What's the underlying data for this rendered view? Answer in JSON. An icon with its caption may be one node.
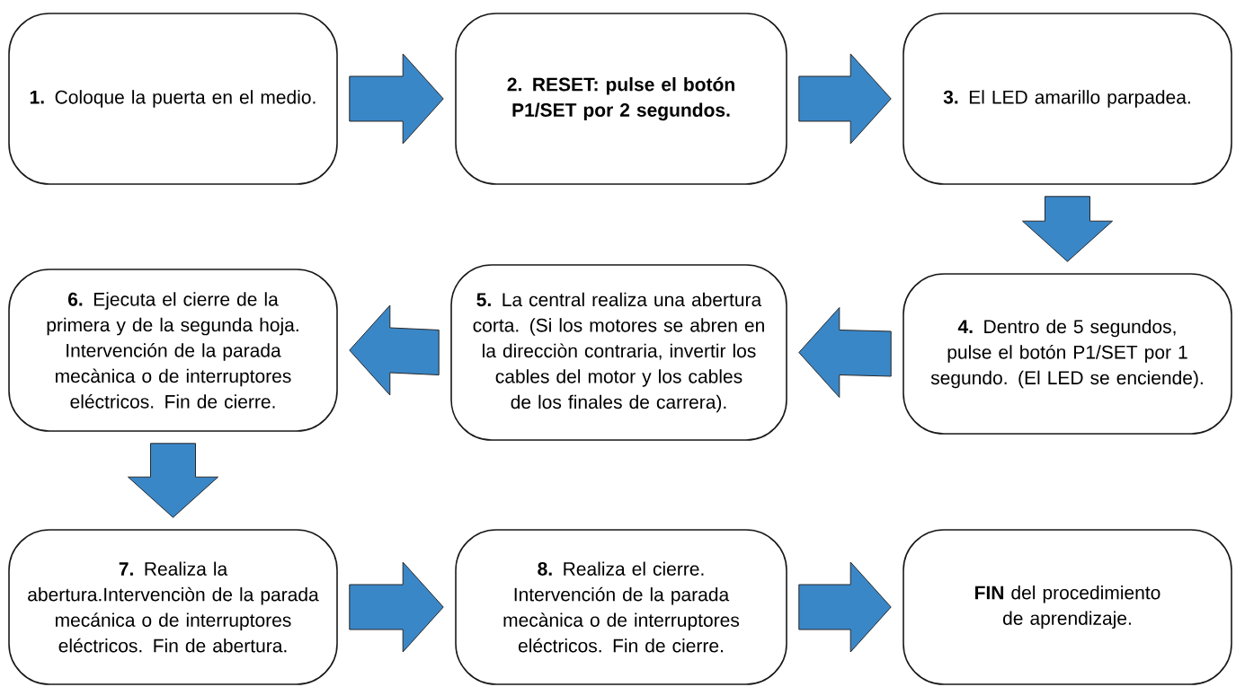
{
  "diagram": {
    "nodes": [
      {
        "text": [
          "**1.** Coloque la puerta en el medio."
        ]
      },
      {
        "text": [
          "**2. RESET: pulse el botón P1/SET por 2 segundos.**"
        ]
      },
      {
        "text": [
          "**3.** El LED amarillo parpadea."
        ]
      },
      {
        "text": [
          "**4.** Dentro de 5 segundos, pulse el botón P1/SET por 1 segundo. (El LED se enciende)."
        ]
      },
      {
        "text": [
          "**5.** La central realiza una abertura corta. (Si los motores se abren en la direcciòn contraria, invertir los cables del motor y los cables de los finales de carrera)."
        ]
      },
      {
        "text": [
          "**6.** Ejecuta el cierre de la primera y de la segunda hoja. Intervención de la parada mecànica o de interruptores eléctricos. Fin de cierre."
        ]
      },
      {
        "text": [
          "**7.** Realiza la abertura.Intervenciòn de la parada mecánica o de interruptores eléctricos. Fin de abertura."
        ]
      },
      {
        "text": [
          "**8.** Realiza el cierre. Intervención de la parada mecànica o de interruptores eléctricos. Fin de cierre."
        ]
      },
      {
        "text": [
          "**FIN** del procedimiento de aprendizaje."
        ]
      }
    ],
    "edges": [
      {
        "from": 0,
        "to": 1,
        "arrow": "to"
      },
      {
        "from": 1,
        "to": 2,
        "arrow": "to"
      },
      {
        "from": 2,
        "to": 3,
        "arrow": "to"
      },
      {
        "from": 3,
        "to": 4,
        "arrow": "to"
      },
      {
        "from": 4,
        "to": 5,
        "arrow": "to"
      },
      {
        "from": 5,
        "to": 6,
        "arrow": "to"
      },
      {
        "from": 6,
        "to": 7,
        "arrow": "to"
      },
      {
        "from": 7,
        "to": 8,
        "arrow": "to"
      }
    ]
  }
}
